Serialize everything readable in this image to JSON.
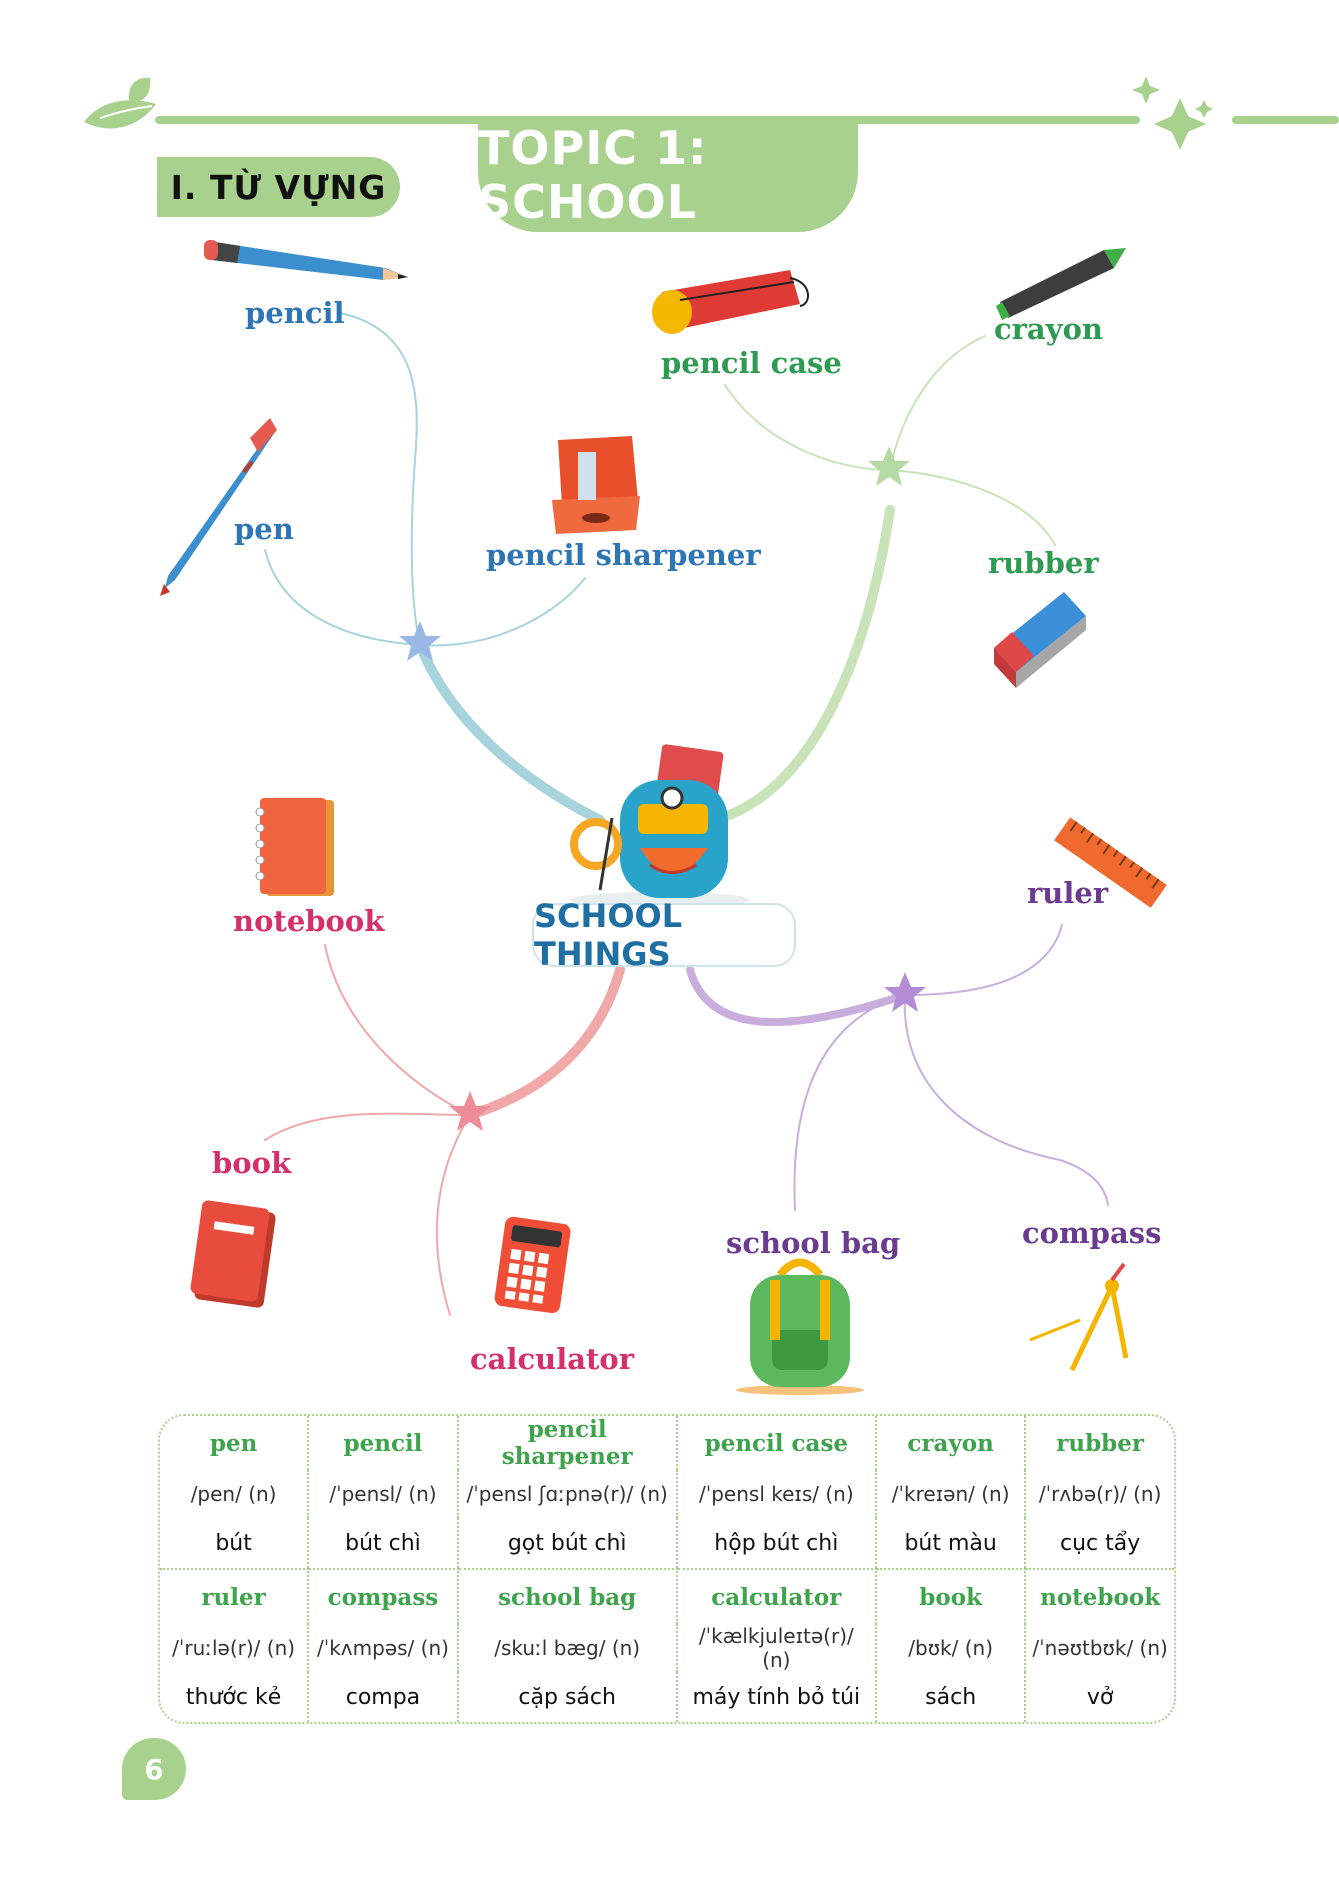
{
  "header": {
    "section": "I. TỪ VỰNG",
    "topic": "TOPIC 1: SCHOOL"
  },
  "mindmap": {
    "center": "SCHOOL THINGS",
    "labels": {
      "pencil": "pencil",
      "pen": "pen",
      "pencil_sharpener": "pencil sharpener",
      "pencil_case": "pencil case",
      "crayon": "crayon",
      "rubber": "rubber",
      "notebook": "notebook",
      "ruler": "ruler",
      "book": "book",
      "calculator": "calculator",
      "school_bag": "school bag",
      "compass": "compass"
    }
  },
  "vocab": {
    "rows": [
      [
        {
          "word": "pen",
          "ipa": "/pen/ (n)",
          "meaning": "bút"
        },
        {
          "word": "pencil",
          "ipa": "/ˈpensl/ (n)",
          "meaning": "bút chì"
        },
        {
          "word": "pencil sharpener",
          "ipa": "/ˈpensl ʃɑːpnə(r)/ (n)",
          "meaning": "gọt bút chì"
        },
        {
          "word": "pencil case",
          "ipa": "/ˈpensl keɪs/ (n)",
          "meaning": "hộp bút chì"
        },
        {
          "word": "crayon",
          "ipa": "/ˈkreɪən/ (n)",
          "meaning": "bút màu"
        },
        {
          "word": "rubber",
          "ipa": "/ˈrʌbə(r)/ (n)",
          "meaning": "cục tẩy"
        }
      ],
      [
        {
          "word": "ruler",
          "ipa": "/ˈruːlə(r)/ (n)",
          "meaning": "thước kẻ"
        },
        {
          "word": "compass",
          "ipa": "/ˈkʌmpəs/ (n)",
          "meaning": "compa"
        },
        {
          "word": "school bag",
          "ipa": "/skuːl bæg/ (n)",
          "meaning": "cặp sách"
        },
        {
          "word": "calculator",
          "ipa": "/ˈkælkjuleɪtə(r)/ (n)",
          "meaning": "máy tính bỏ túi"
        },
        {
          "word": "book",
          "ipa": "/bʊk/ (n)",
          "meaning": "sách"
        },
        {
          "word": "notebook",
          "ipa": "/ˈnəʊtbʊk/ (n)",
          "meaning": "vở"
        }
      ]
    ]
  },
  "page": {
    "number": "6"
  },
  "colors": {
    "accent_green": "#a9d18e",
    "word_blue": "#2e75b6",
    "word_green": "#2f9a52",
    "word_pink": "#d6306a",
    "word_purple": "#6a3b8f"
  }
}
